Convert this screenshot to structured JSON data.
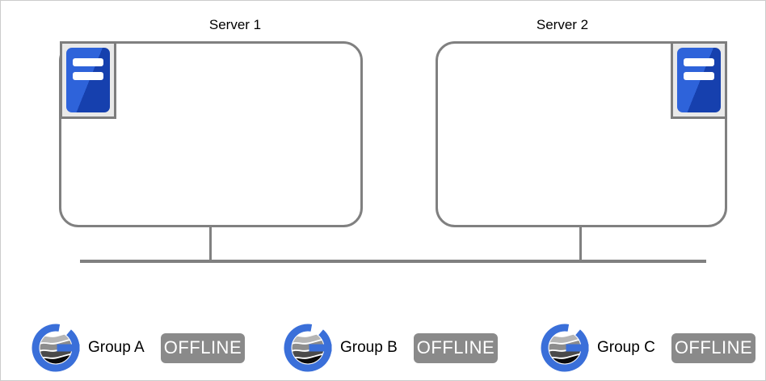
{
  "diagram_title": "",
  "servers": [
    {
      "name": "Server 1"
    },
    {
      "name": "Server 2"
    }
  ],
  "groups": [
    {
      "name": "Group A",
      "status": "OFFLINE"
    },
    {
      "name": "Group B",
      "status": "OFFLINE"
    },
    {
      "name": "Group C",
      "status": "OFFLINE"
    }
  ],
  "icons": {
    "server_icon": "server-tower-icon",
    "group_icon": "g-striped-globe-logo"
  },
  "colors": {
    "box_border": "#808080",
    "network_line": "#808080",
    "server_icon_plate": "#e9e9e9",
    "server_icon_blue_light": "#2e63da",
    "server_icon_blue_dark": "#1640ae",
    "logo_blue": "#3a6fd9",
    "badge_bg": "#8a8a8a",
    "badge_text": "#ffffff",
    "canvas_border": "#cccccc"
  }
}
